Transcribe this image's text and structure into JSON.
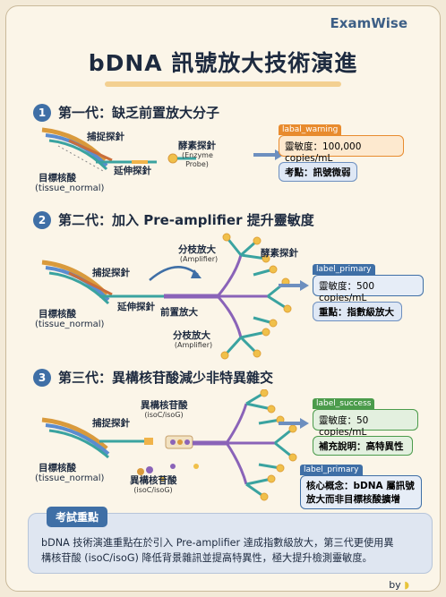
{
  "brand": "ExamWise",
  "title": "bDNA 訊號放大技術演進",
  "section1": {
    "num": "1",
    "heading": "第一代：缺乏前置放大分子",
    "capture_probe": "捕捉探針",
    "extension_probe": "延伸探針",
    "target_label": "目標核酸",
    "target_sub": "(tissue_normal)",
    "enzyme_probe": "酵素探針",
    "enzyme_probe_sub": "(Enzyme Probe)",
    "tag": "labal_warning",
    "sensitivity": "靈敏度：100,000 copies/mL",
    "point": "考點：訊號微弱"
  },
  "section2": {
    "num": "2",
    "heading": "第二代：加入 Pre-amplifier 提升靈敏度",
    "capture_probe": "捕捉探針",
    "extension_probe": "延伸探針",
    "target_label": "目標核酸",
    "target_sub": "(tissue_normal)",
    "pre_amp": "前置放大",
    "branch_amp_top": "分枝放大",
    "branch_amp_top_sub": "(Amplifier)",
    "branch_amp_bottom": "分枝放大",
    "branch_amp_bottom_sub": "(Amplifier)",
    "enzyme_probe": "酵素探針",
    "tag": "label_primary",
    "sensitivity": "靈敏度：500 copies/mL",
    "point": "重點：指數級放大"
  },
  "section3": {
    "num": "3",
    "heading": "第三代：異構核苷酸減少非特異雜交",
    "capture_probe": "捕捉探針",
    "target_label": "目標核酸",
    "target_sub": "(tissue_normal)",
    "iso_top": "異構核苷酸",
    "iso_top_sub": "(isoC/isoG)",
    "iso_bottom": "異構核苷酸",
    "iso_bottom_sub": "(isoC/isoG)",
    "tag_success": "label_success",
    "sensitivity": "靈敏度：50 copies/mL",
    "supplement": "補充說明：高特異性",
    "tag_primary": "label_primary",
    "core_line1": "核心概念：bDNA 屬訊號",
    "core_line2": "放大而非目標核酸擴增"
  },
  "exam": {
    "tag": "考試重點",
    "line1": "bDNA 技術演進重點在於引入 Pre-amplifier 達成指數級放大，第三代更使用異",
    "line2": "構核苷酸 (isoC/isoG) 降低背景雜訊並提高特異性，極大提升檢測靈敏度。"
  },
  "byline": "by",
  "colors": {
    "accent_blue": "#3f6fa6",
    "warning": "#e88b2e",
    "success": "#4b9b4b",
    "probe_teal": "#3aa3a0",
    "probe_gold": "#f0b34a"
  }
}
